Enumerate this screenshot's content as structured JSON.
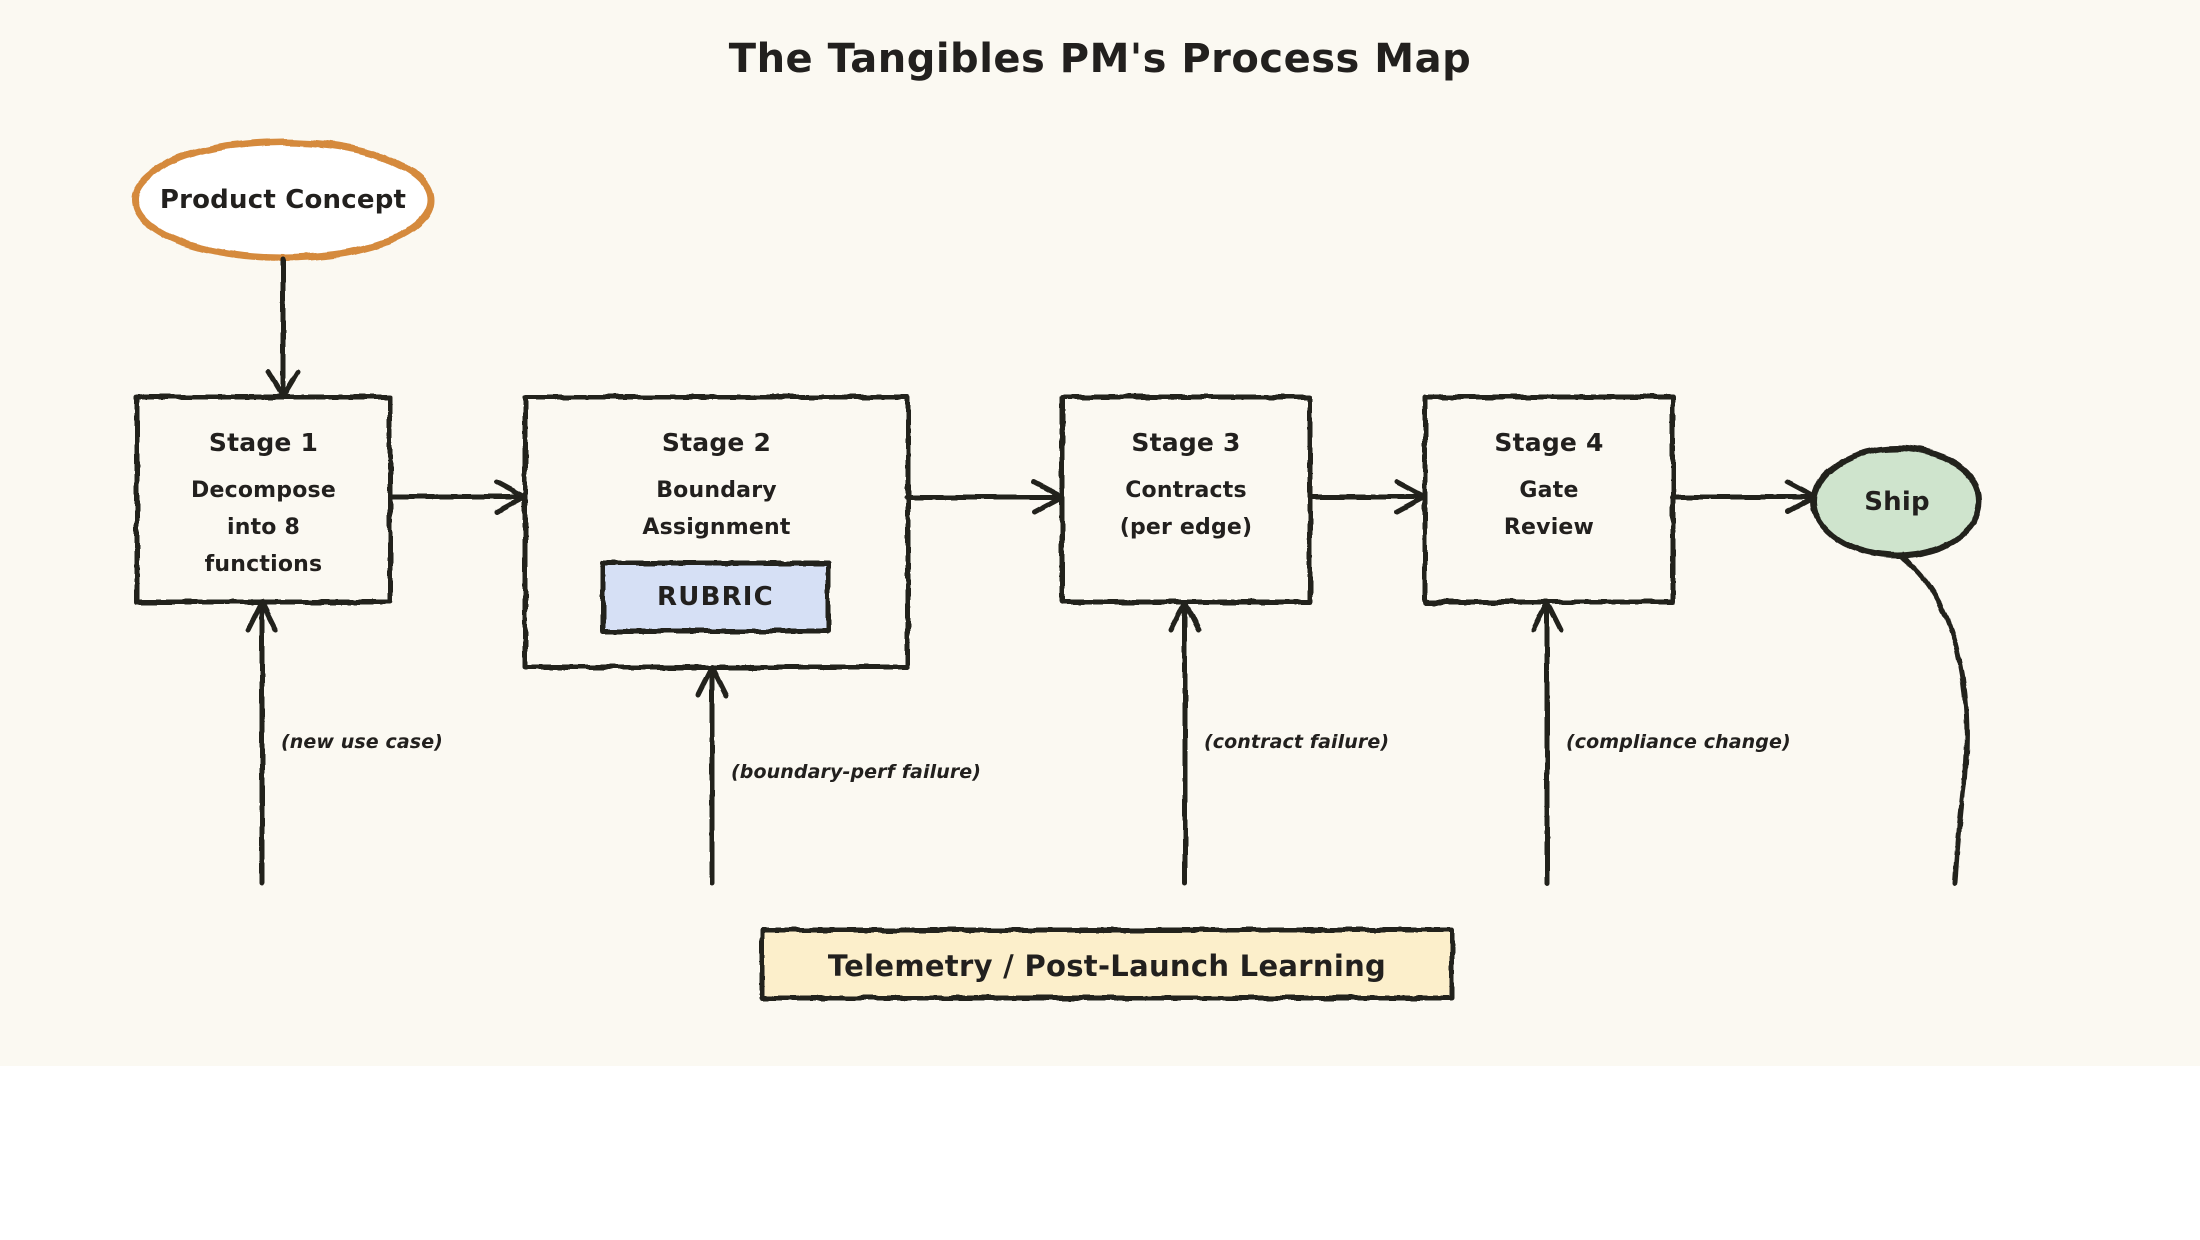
{
  "title": "The Tangibles PM's Process Map",
  "colors": {
    "canvas": "#fbf9f2",
    "ink": "#22201e",
    "start_stroke": "#d58a3e",
    "start_fill": "#ffffff",
    "ship_stroke": "#22201e",
    "ship_fill": "#cfe4cd",
    "rubric_fill": "#d6e0f5",
    "telemetry_fill": "#fcefcb",
    "stage_fill": "#fbf9f2"
  },
  "start_node": {
    "label": "Product Concept",
    "shape": "ellipse"
  },
  "stages": [
    {
      "id": "stage-1",
      "title": "Stage 1",
      "lines": [
        "Decompose",
        "into 8",
        "functions"
      ]
    },
    {
      "id": "stage-2",
      "title": "Stage 2",
      "lines": [
        "Boundary",
        "Assignment"
      ],
      "sub_box": {
        "label": "RUBRIC"
      }
    },
    {
      "id": "stage-3",
      "title": "Stage 3",
      "lines": [
        "Contracts",
        "(per edge)"
      ]
    },
    {
      "id": "stage-4",
      "title": "Stage 4",
      "lines": [
        "Gate",
        "Review"
      ]
    }
  ],
  "end_node": {
    "label": "Ship",
    "shape": "ellipse"
  },
  "telemetry": {
    "label": "Telemetry / Post-Launch Learning"
  },
  "feedback_edges": [
    {
      "id": "feedback-stage-1",
      "label": "(new use case)",
      "target": "Stage 1"
    },
    {
      "id": "feedback-stage-2",
      "label": "(boundary-perf failure)",
      "target": "Stage 2"
    },
    {
      "id": "feedback-stage-3",
      "label": "(contract failure)",
      "target": "Stage 3"
    },
    {
      "id": "feedback-stage-4",
      "label": "(compliance change)",
      "target": "Stage 4"
    }
  ],
  "flow_sequence": [
    "Product Concept",
    "Stage 1",
    "Stage 2",
    "Stage 3",
    "Stage 4",
    "Ship"
  ]
}
